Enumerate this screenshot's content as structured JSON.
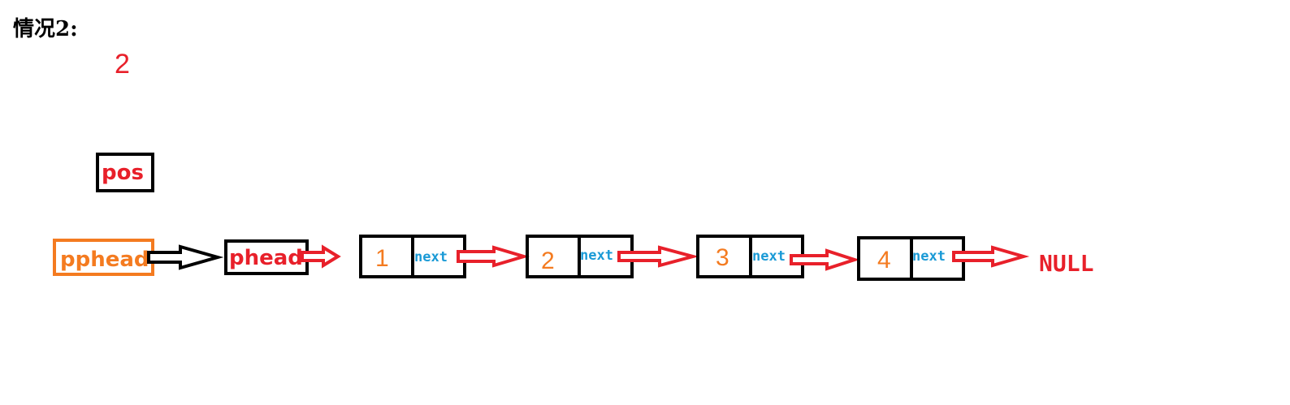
{
  "title": "情况2:",
  "case_number": "2",
  "pos_label": "pos",
  "pphead_label": "pphead",
  "phead_label": "phead",
  "nodes": [
    {
      "value": "1",
      "next_label": "next"
    },
    {
      "value": "2",
      "next_label": "next"
    },
    {
      "value": "3",
      "next_label": "next"
    },
    {
      "value": "4",
      "next_label": "next"
    }
  ],
  "null_label": "NULL",
  "colors": {
    "red": "#e8202a",
    "orange": "#f47b20",
    "blue": "#1a9ad6",
    "black": "#000000"
  }
}
